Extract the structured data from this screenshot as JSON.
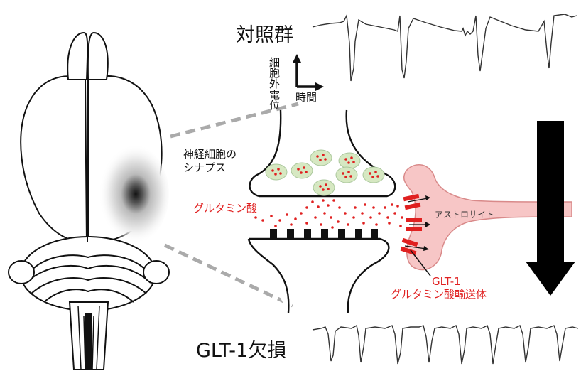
{
  "labels": {
    "control_group": "対照群",
    "glt1_deficient": "GLT-1欠損",
    "axis_y": "細胞外電位",
    "axis_x": "時間",
    "synapse": "神経細胞の\nシナプス",
    "glutamate": "グルタミン酸",
    "astrocyte": "アストロサイト",
    "transporter_name": "GLT-1",
    "transporter_desc": "グルタミン酸輸送体"
  },
  "colors": {
    "glutamate": "#e02020",
    "astrocyte_fill": "#f7c6c6",
    "vesicle_fill": "#d6e8c2",
    "transporter": "#e02020",
    "lesion": "#222222"
  }
}
